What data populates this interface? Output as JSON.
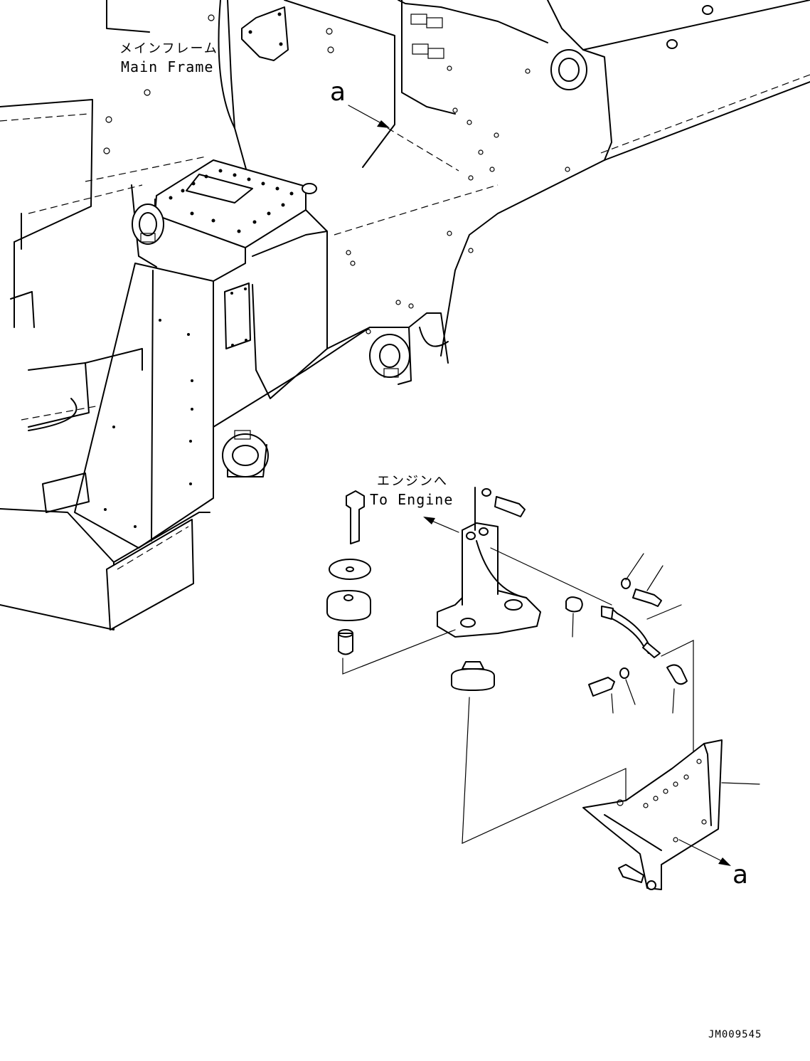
{
  "labels": {
    "main_frame_jp": "メインフレーム",
    "main_frame_en": "Main Frame",
    "to_engine_jp": "エンジンへ",
    "to_engine_en": "To Engine",
    "ref_mark_top": "a",
    "ref_mark_bottom": "a",
    "drawing_code": "JM009545"
  }
}
